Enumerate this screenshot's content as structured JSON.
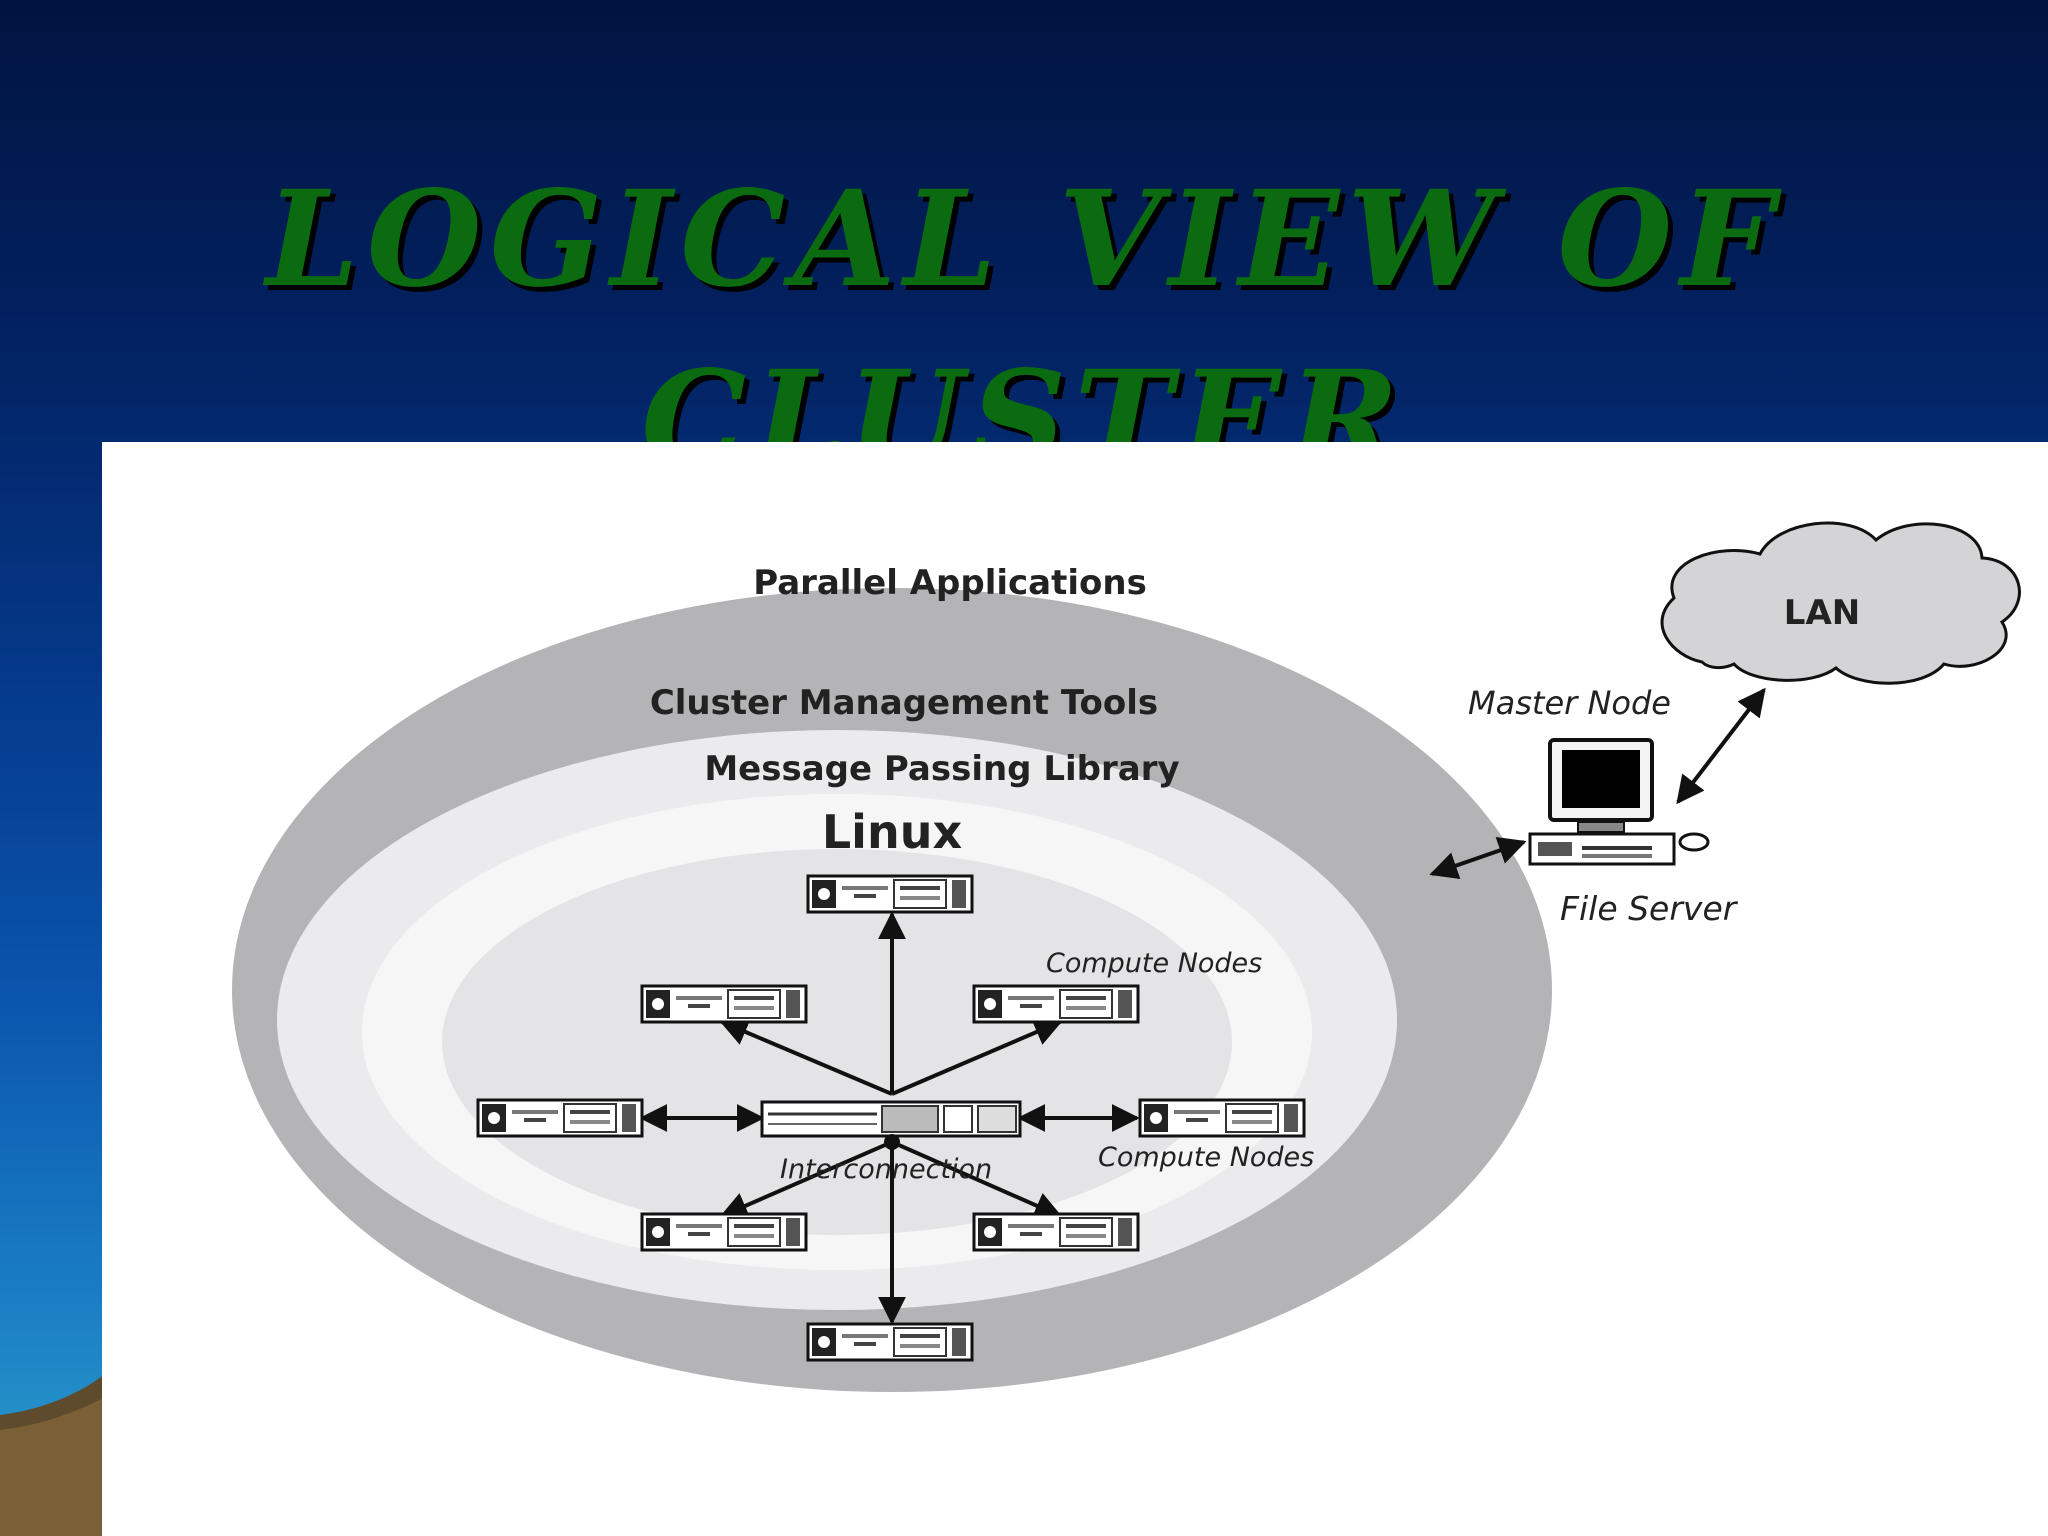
{
  "slide": {
    "title": "LOGICAL VIEW OF CLUSTER"
  },
  "diagram": {
    "layers": {
      "outer": "Parallel Applications",
      "mgmt": "Cluster Management Tools",
      "mpl": "Message Passing Library",
      "os": "Linux"
    },
    "labels": {
      "compute_nodes_top": "Compute Nodes",
      "compute_nodes_right": "Compute Nodes",
      "interconnection": "Interconnection",
      "master_node": "Master Node",
      "file_server": "File Server",
      "lan": "LAN"
    }
  }
}
